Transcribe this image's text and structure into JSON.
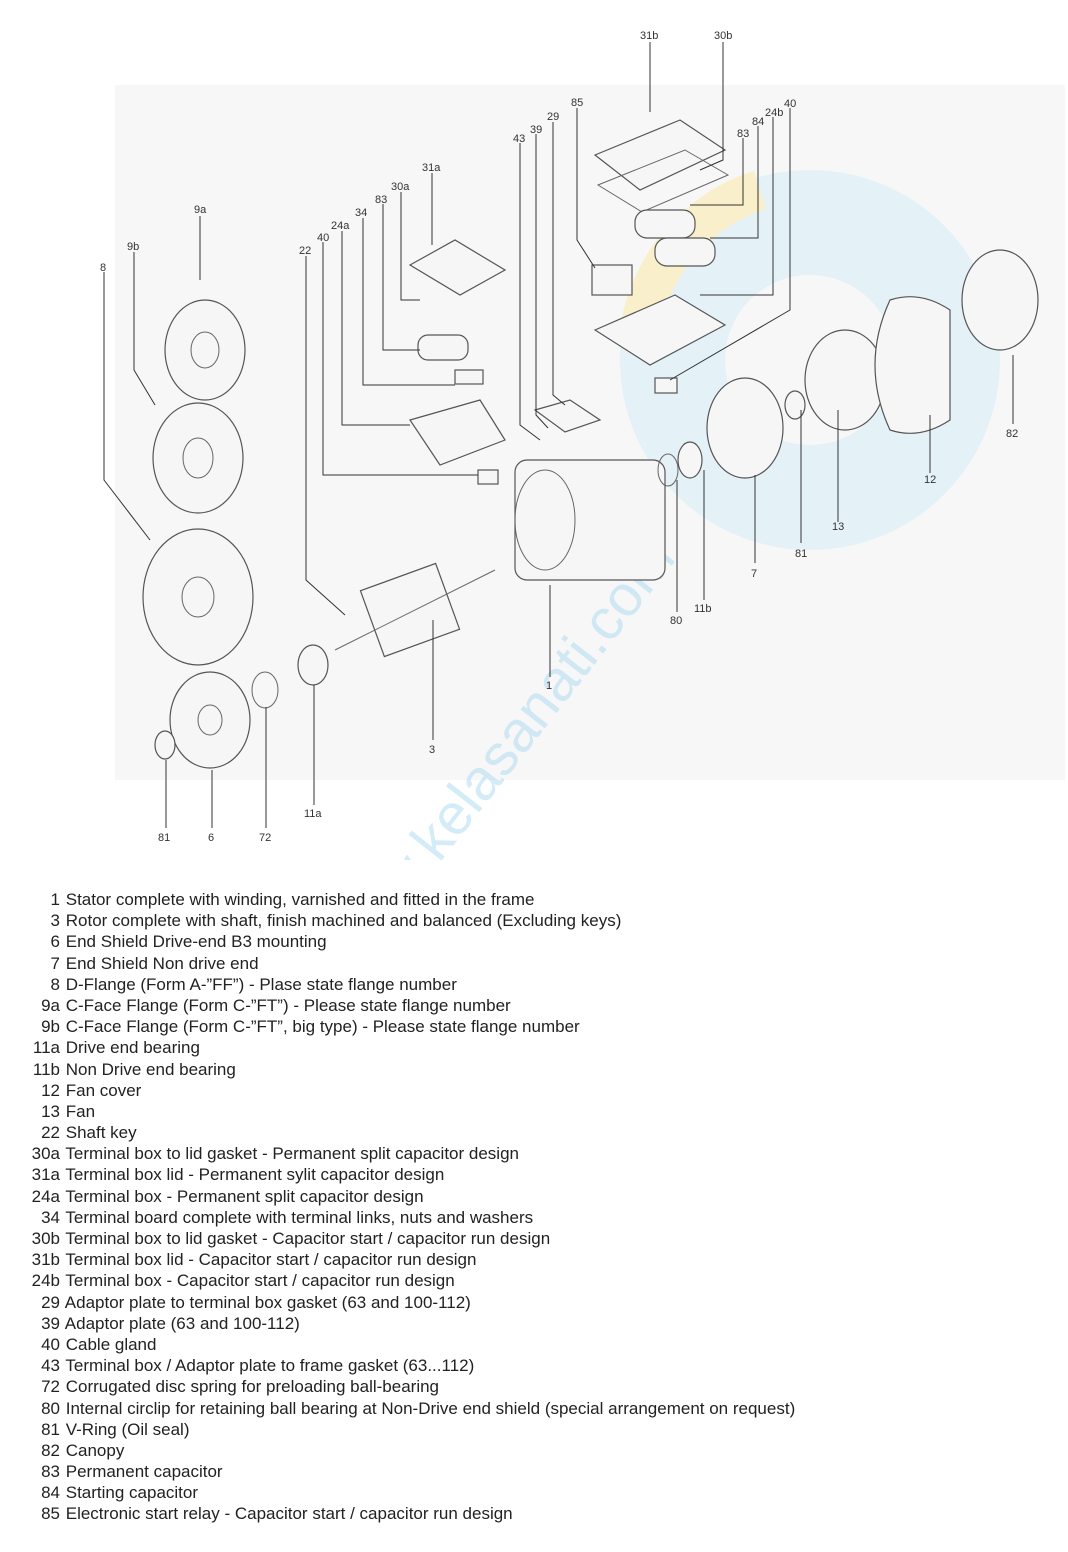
{
  "callouts": [
    "31b",
    "30b",
    "85",
    "29",
    "39",
    "43",
    "83",
    "84",
    "24b",
    "40",
    "31a",
    "30a",
    "83",
    "34",
    "24a",
    "40",
    "22",
    "9a",
    "9b",
    "8",
    "82",
    "12",
    "13",
    "81",
    "7",
    "11b",
    "80",
    "1",
    "3",
    "11a",
    "72",
    "6",
    "81"
  ],
  "legend": [
    {
      "code": "1",
      "text": "Stator complete with winding, varnished and fitted in the frame"
    },
    {
      "code": "3",
      "text": "Rotor complete with shaft, finish machined and balanced (Excluding keys)"
    },
    {
      "code": "6",
      "text": "End Shield Drive-end B3 mounting"
    },
    {
      "code": "7",
      "text": "End Shield Non drive end"
    },
    {
      "code": "8",
      "text": "D-Flange (Form A-”FF”) - Plase state flange number"
    },
    {
      "code": "9a",
      "text": "C-Face Flange (Form C-”FT”) - Please state flange number"
    },
    {
      "code": "9b",
      "text": "C-Face Flange (Form C-”FT”, big type) - Please state flange number"
    },
    {
      "code": "11a",
      "text": "Drive end bearing"
    },
    {
      "code": "11b",
      "text": "Non Drive end bearing"
    },
    {
      "code": "12",
      "text": "Fan cover"
    },
    {
      "code": "13",
      "text": "Fan"
    },
    {
      "code": "22",
      "text": "Shaft key"
    },
    {
      "code": "30a",
      "text": "Terminal box to lid gasket - Permanent split capacitor design"
    },
    {
      "code": "31a",
      "text": "Terminal box lid - Permanent sylit capacitor design"
    },
    {
      "code": "24a",
      "text": "Terminal box - Permanent split capacitor design"
    },
    {
      "code": "34",
      "text": "Terminal board complete with terminal links, nuts and washers"
    },
    {
      "code": "30b",
      "text": "Terminal box to lid gasket - Capacitor start / capacitor run design"
    },
    {
      "code": "31b",
      "text": "Terminal box lid - Capacitor start / capacitor run design"
    },
    {
      "code": "24b",
      "text": "Terminal box - Capacitor start / capacitor run design"
    },
    {
      "code": "29",
      "text": "Adaptor plate to terminal box gasket (63 and 100-112)"
    },
    {
      "code": "39",
      "text": "Adaptor plate (63 and 100-112)"
    },
    {
      "code": "40",
      "text": "Cable gland"
    },
    {
      "code": "43",
      "text": "Terminal box / Adaptor plate to frame gasket (63...112)"
    },
    {
      "code": "72",
      "text": "Corrugated disc spring for preloading ball-bearing"
    },
    {
      "code": "80",
      "text": "Internal circlip for retaining ball bearing at Non-Drive end shield (special arrangement on request)"
    },
    {
      "code": "81",
      "text": "V-Ring (Oil seal)"
    },
    {
      "code": "82",
      "text": "Canopy"
    },
    {
      "code": "83",
      "text": "Permanent capacitor"
    },
    {
      "code": "84",
      "text": "Starting capacitor"
    },
    {
      "code": "85",
      "text": "Electronic start relay - Capacitor start / capacitor run design"
    }
  ],
  "colors": {
    "text": "#222222",
    "line": "#333333",
    "watermark_blue": "#bfe3f5",
    "watermark_yellow": "#fbeaa8"
  }
}
